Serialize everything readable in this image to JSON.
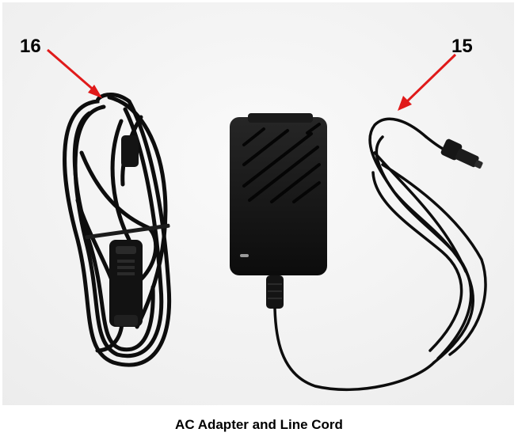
{
  "photo": {
    "callouts": [
      {
        "id": "16",
        "label": "16"
      },
      {
        "id": "15",
        "label": "15"
      }
    ],
    "objects": [
      "line-cord",
      "ac-adapter",
      "dc-output-cable"
    ],
    "colors": {
      "background": "#f5f5f5",
      "cable": "#0d0d0d",
      "adapter": "#151515",
      "arrow": "#e01a1a"
    }
  },
  "caption": "AC Adapter and Line Cord"
}
